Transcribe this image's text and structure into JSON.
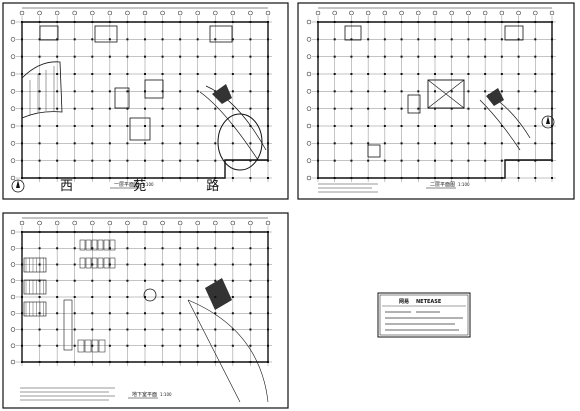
{
  "drawing_1": {
    "street_name": "西 苑 路",
    "plan_title": "一层平面图",
    "scale": "1:100"
  },
  "drawing_2": {
    "plan_title": "二层平面图",
    "scale": "1:100"
  },
  "drawing_3": {
    "plan_title": "地下室平面",
    "scale": "1:100"
  },
  "title_block": {
    "header_left": "网易",
    "header_right": "NETEASE"
  }
}
